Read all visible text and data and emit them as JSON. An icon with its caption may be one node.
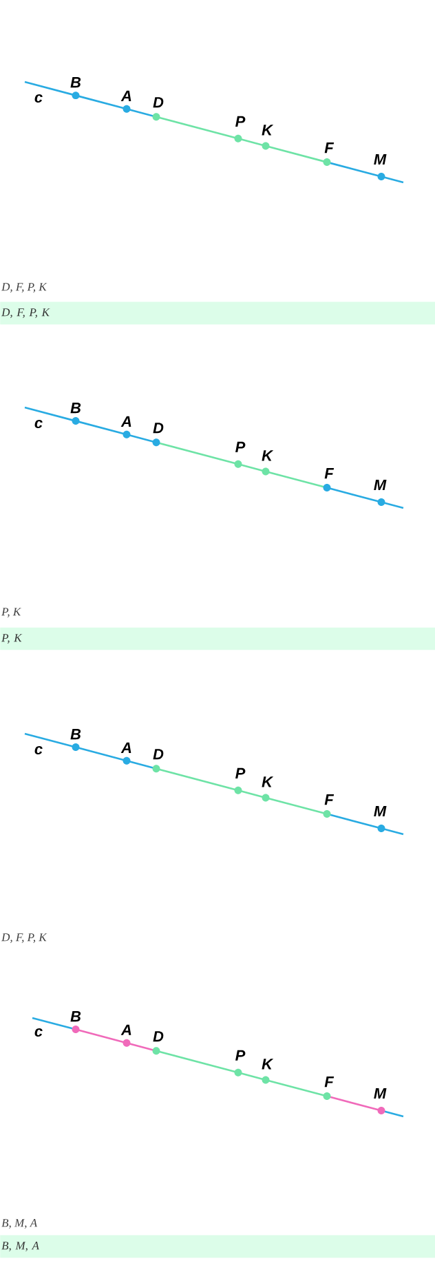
{
  "diagram": {
    "nodes": [
      {
        "text": [
          "D, F, P, K"
        ]
      },
      {
        "text": [
          "P, K"
        ]
      },
      {
        "text": [
          "B, M, A"
        ]
      }
    ],
    "labels": [
      "c",
      "B",
      "A",
      "D",
      "P",
      "K",
      "F",
      "M",
      "D, F, P, K",
      "c",
      "B",
      "A",
      "D",
      "P",
      "K",
      "F",
      "M",
      "P, K",
      "c",
      "B",
      "A",
      "D",
      "P",
      "K",
      "F",
      "M",
      "D, F, P, K",
      "c",
      "B",
      "A",
      "D",
      "P",
      "K",
      "F",
      "M",
      "B, M, A"
    ]
  }
}
